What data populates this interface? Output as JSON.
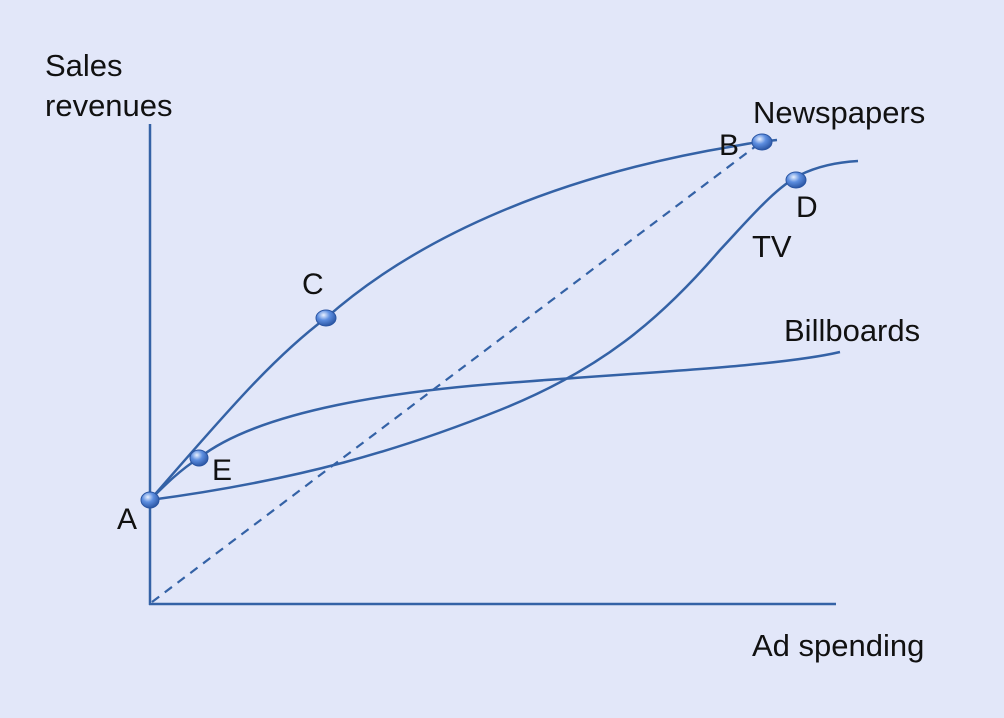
{
  "axes": {
    "y_title": [
      "Sales",
      "revenues"
    ],
    "x_title": "Ad spending"
  },
  "curves": {
    "newspapers": "Newspapers",
    "tv": "TV",
    "billboards": "Billboards"
  },
  "points": {
    "a": "A",
    "b": "B",
    "c": "C",
    "d": "D",
    "e": "E"
  },
  "colors": {
    "background": "#e2e7f9",
    "line": "#3462a6",
    "point": "#4f7ed6"
  }
}
